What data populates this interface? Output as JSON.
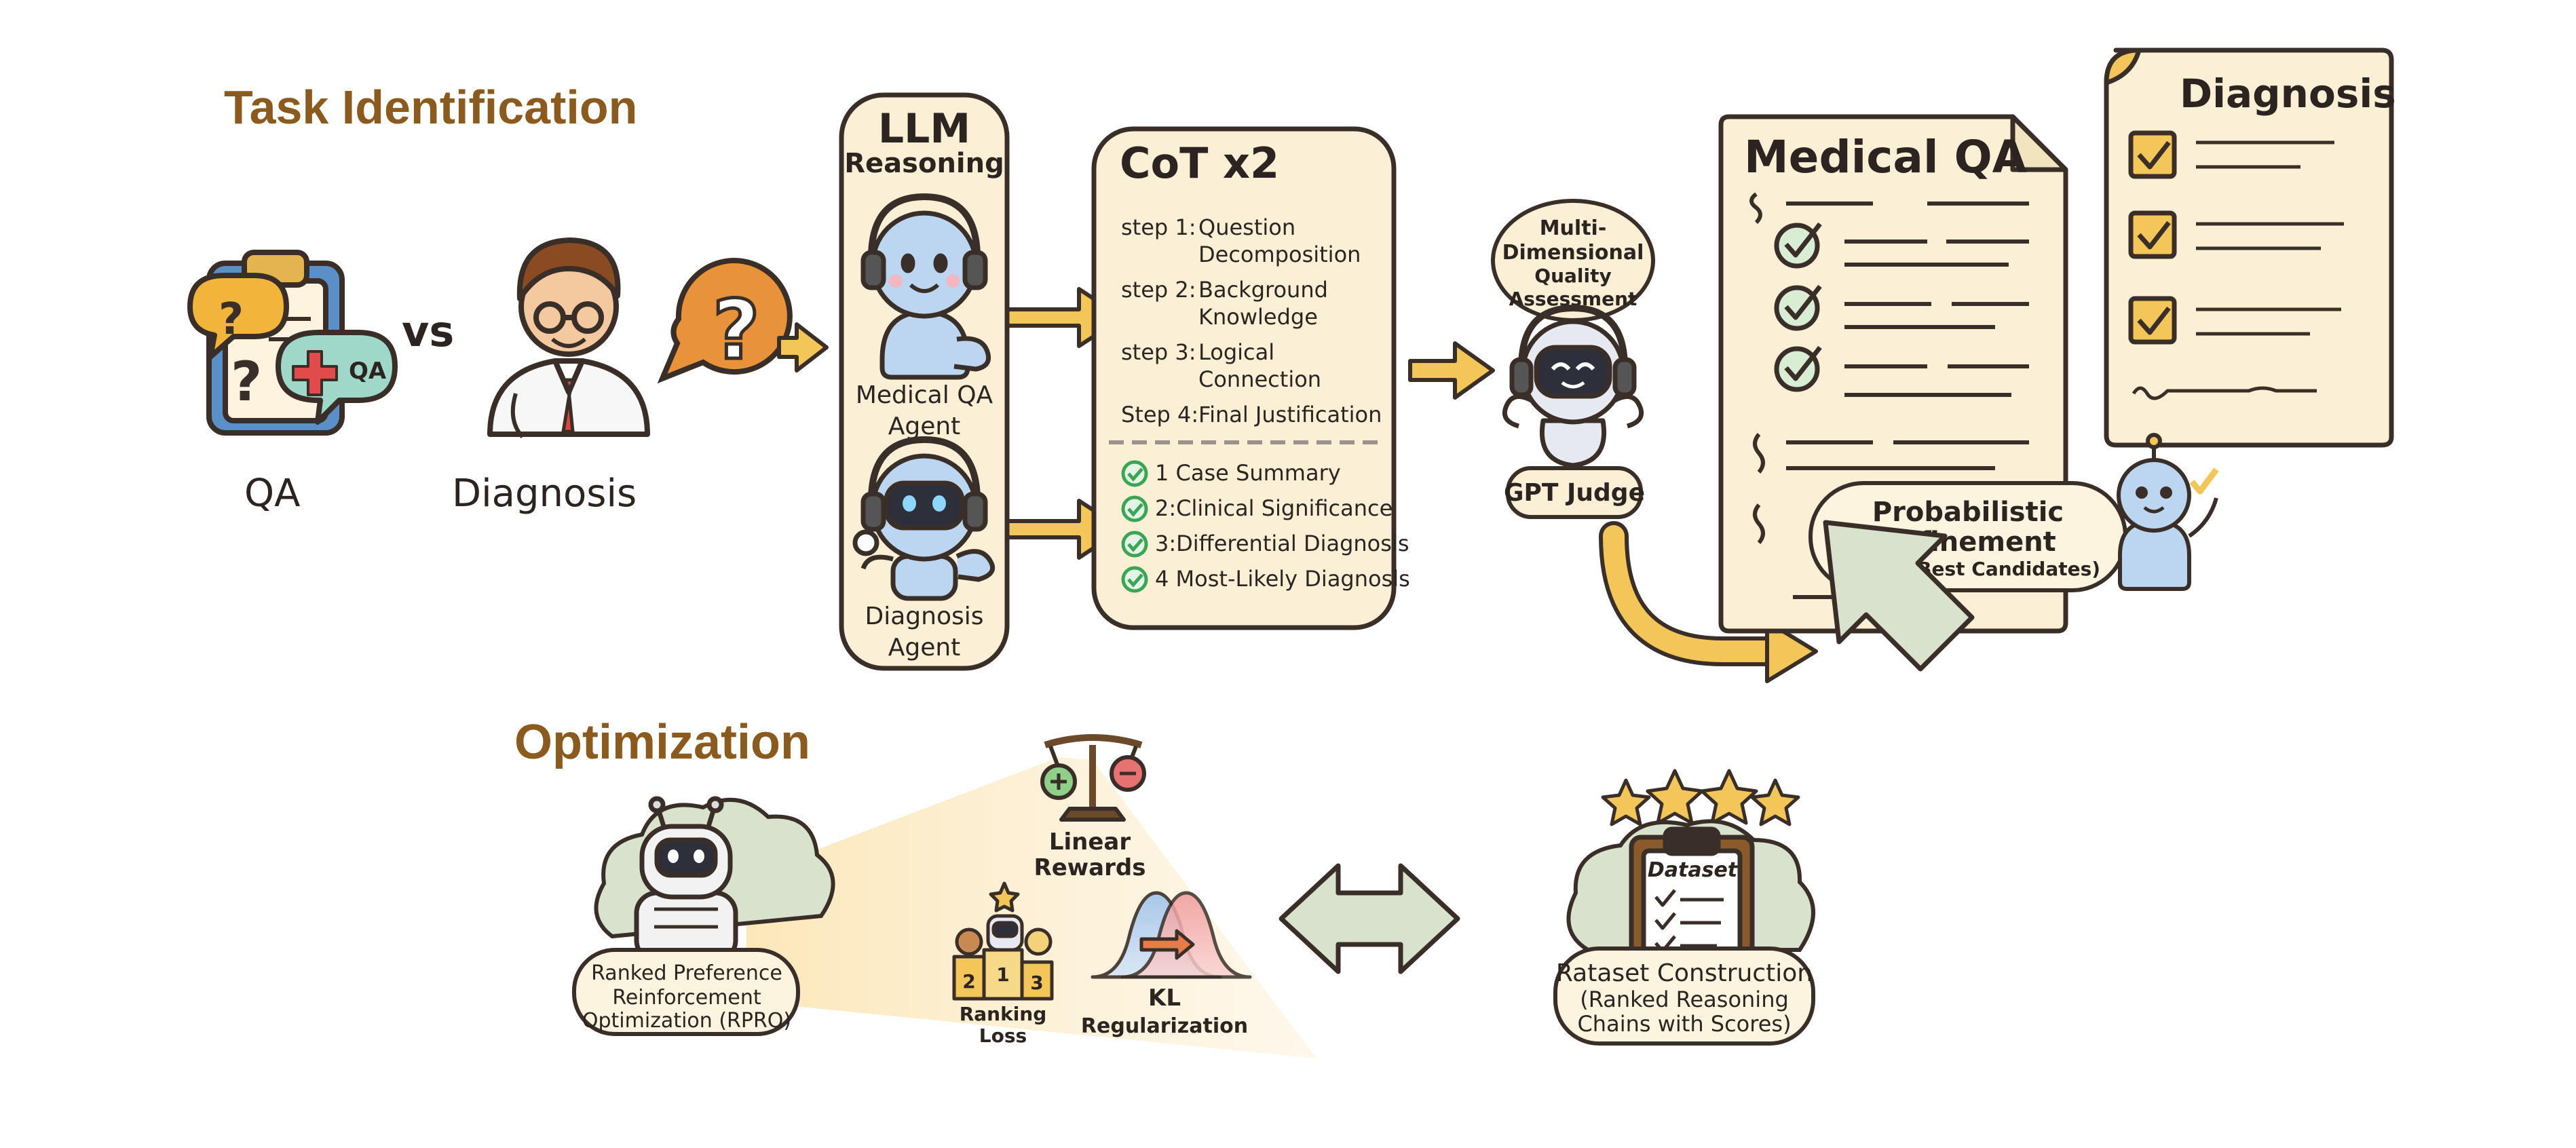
{
  "sections": {
    "task_identification": "Task Identification",
    "optimization": "Optimization"
  },
  "task": {
    "qa_label": "QA",
    "qa_badge": "QA",
    "vs": "vs",
    "diagnosis_label": "Diagnosis"
  },
  "llm_panel": {
    "title_line1": "LLM",
    "title_line2": "Reasoning",
    "agent1_line1": "Medical QA",
    "agent1_line2": "Agent",
    "agent2_line1": "Diagnosis",
    "agent2_line2": "Agent"
  },
  "cot": {
    "title": "CoT x2",
    "steps": [
      {
        "key": "step 1:",
        "line1": "Question",
        "line2": "Decomposition"
      },
      {
        "key": "step 2:",
        "line1": "Background",
        "line2": "Knowledge"
      },
      {
        "key": "step 3:",
        "line1": "Logical",
        "line2": "Connection"
      },
      {
        "key": "Step 4:",
        "line1": "Final Justification",
        "line2": ""
      }
    ],
    "checks": [
      "1 Case Summary",
      "2:Clinical Significance",
      "3:Differential Diagnosis",
      "4 Most-Likely Diagnosls"
    ]
  },
  "judge": {
    "bubble_line1": "Multi-",
    "bubble_line2": "Dimensional",
    "bubble_line3": "Quality",
    "bubble_line4": "Assessment",
    "label": "GPT Judge"
  },
  "documents": {
    "qa_title": "Medical QA",
    "diagnosis_title": "Diagnosis"
  },
  "refinement": {
    "line1": "Probabilistic",
    "line2": "Refinement",
    "line3": "(Select Best Candidates)"
  },
  "dataset": {
    "clipboard_label": "Dataset",
    "line1": "Rataset Construction",
    "line2": "(Ranked Reasoning",
    "line3": "Chains with Scores)"
  },
  "rpro": {
    "line1": "Ranked Preference",
    "line2": "Reinforcement",
    "line3": "Optimization (RPRO)"
  },
  "losses": {
    "linear_line1": "Linear",
    "linear_line2": "Rewards",
    "ranking_line1": "Ranking",
    "ranking_line2": "Loss",
    "kl_line1": "KL",
    "kl_line2": "Regularization",
    "podium": [
      "2",
      "1",
      "3"
    ]
  },
  "colors": {
    "cream": "#fbf0d6",
    "outline": "#3a2f28",
    "brown_text": "#8a5a1f",
    "yellow_arrow": "#f3c65a",
    "robot_blue": "#bcd6f2",
    "sage_green": "#d8e2cc",
    "check_green": "#3aa655"
  }
}
